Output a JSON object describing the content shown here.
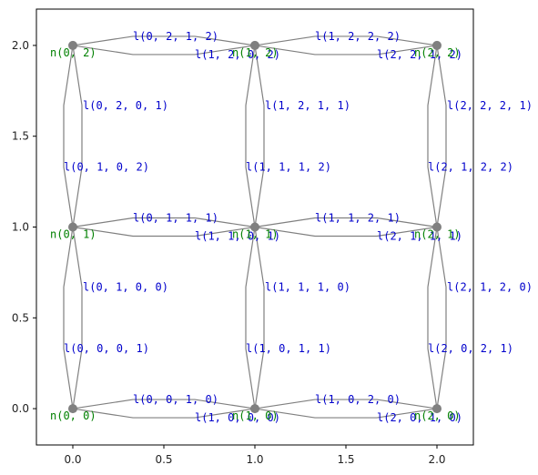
{
  "chart_data": {
    "type": "scatter",
    "xlim": [
      -0.2,
      2.2
    ],
    "ylim": [
      -0.2,
      2.2
    ],
    "xticks": [
      0.0,
      0.5,
      1.0,
      1.5,
      2.0
    ],
    "yticks": [
      0.0,
      0.5,
      1.0,
      1.5,
      2.0
    ],
    "xtick_labels": [
      "0.0",
      "0.5",
      "1.0",
      "1.5",
      "2.0"
    ],
    "ytick_labels": [
      "0.0",
      "0.5",
      "1.0",
      "1.5",
      "2.0"
    ],
    "grid": false,
    "colors": {
      "edge": "#808080",
      "node": "#808080",
      "node_label": "#008000",
      "edge_label": "#0000cc"
    },
    "nodes": [
      {
        "x": 0,
        "y": 0,
        "label": "n(0, 0)"
      },
      {
        "x": 0,
        "y": 1,
        "label": "n(0, 1)"
      },
      {
        "x": 0,
        "y": 2,
        "label": "n(0, 2)"
      },
      {
        "x": 1,
        "y": 0,
        "label": "n(1, 0)"
      },
      {
        "x": 1,
        "y": 1,
        "label": "n(1, 1)"
      },
      {
        "x": 1,
        "y": 2,
        "label": "n(1, 2)"
      },
      {
        "x": 2,
        "y": 0,
        "label": "n(2, 0)"
      },
      {
        "x": 2,
        "y": 1,
        "label": "n(2, 1)"
      },
      {
        "x": 2,
        "y": 2,
        "label": "n(2, 2)"
      }
    ],
    "edges": [
      {
        "from": [
          0,
          0
        ],
        "to": [
          1,
          0
        ],
        "label": "l(0, 0, 1, 0)"
      },
      {
        "from": [
          1,
          0
        ],
        "to": [
          0,
          0
        ],
        "label": "l(1, 0, 0, 0)"
      },
      {
        "from": [
          1,
          0
        ],
        "to": [
          2,
          0
        ],
        "label": "l(1, 0, 2, 0)"
      },
      {
        "from": [
          2,
          0
        ],
        "to": [
          1,
          0
        ],
        "label": "l(2, 0, 1, 0)"
      },
      {
        "from": [
          0,
          1
        ],
        "to": [
          1,
          1
        ],
        "label": "l(0, 1, 1, 1)"
      },
      {
        "from": [
          1,
          1
        ],
        "to": [
          0,
          1
        ],
        "label": "l(1, 1, 0, 1)"
      },
      {
        "from": [
          1,
          1
        ],
        "to": [
          2,
          1
        ],
        "label": "l(1, 1, 2, 1)"
      },
      {
        "from": [
          2,
          1
        ],
        "to": [
          1,
          1
        ],
        "label": "l(2, 1, 1, 1)"
      },
      {
        "from": [
          0,
          2
        ],
        "to": [
          1,
          2
        ],
        "label": "l(0, 2, 1, 2)"
      },
      {
        "from": [
          1,
          2
        ],
        "to": [
          0,
          2
        ],
        "label": "l(1, 2, 0, 2)"
      },
      {
        "from": [
          1,
          2
        ],
        "to": [
          2,
          2
        ],
        "label": "l(1, 2, 2, 2)"
      },
      {
        "from": [
          2,
          2
        ],
        "to": [
          1,
          2
        ],
        "label": "l(2, 2, 1, 2)"
      },
      {
        "from": [
          0,
          0
        ],
        "to": [
          0,
          1
        ],
        "label": "l(0, 0, 0, 1)"
      },
      {
        "from": [
          0,
          1
        ],
        "to": [
          0,
          0
        ],
        "label": "l(0, 1, 0, 0)"
      },
      {
        "from": [
          0,
          1
        ],
        "to": [
          0,
          2
        ],
        "label": "l(0, 1, 0, 2)"
      },
      {
        "from": [
          0,
          2
        ],
        "to": [
          0,
          1
        ],
        "label": "l(0, 2, 0, 1)"
      },
      {
        "from": [
          1,
          0
        ],
        "to": [
          1,
          1
        ],
        "label": "l(1, 0, 1, 1)"
      },
      {
        "from": [
          1,
          1
        ],
        "to": [
          1,
          0
        ],
        "label": "l(1, 1, 1, 0)"
      },
      {
        "from": [
          1,
          1
        ],
        "to": [
          1,
          2
        ],
        "label": "l(1, 1, 1, 2)"
      },
      {
        "from": [
          1,
          2
        ],
        "to": [
          1,
          1
        ],
        "label": "l(1, 2, 1, 1)"
      },
      {
        "from": [
          2,
          0
        ],
        "to": [
          2,
          1
        ],
        "label": "l(2, 0, 2, 1)"
      },
      {
        "from": [
          2,
          1
        ],
        "to": [
          2,
          0
        ],
        "label": "l(2, 1, 2, 0)"
      },
      {
        "from": [
          2,
          1
        ],
        "to": [
          2,
          2
        ],
        "label": "l(2, 1, 2, 2)"
      },
      {
        "from": [
          2,
          2
        ],
        "to": [
          2,
          1
        ],
        "label": "l(2, 2, 2, 1)"
      }
    ]
  }
}
